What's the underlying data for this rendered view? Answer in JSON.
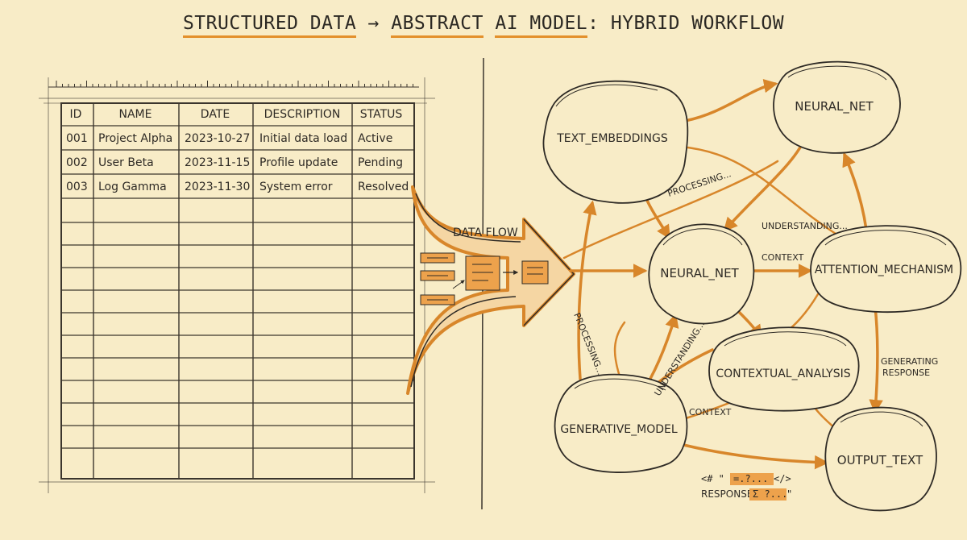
{
  "title": {
    "part1": "STRUCTURED DATA",
    "arrow": " → ",
    "part2": "ABSTRACT",
    "part3": "AI MODEL",
    "part4": ": HYBRID WORKFLOW"
  },
  "table": {
    "headers": [
      "ID",
      "NAME",
      "DATE",
      "DESCRIPTION",
      "STATUS"
    ],
    "rows": [
      [
        "001",
        "Project Alpha",
        "2023-10-27",
        "Initial data load",
        "Active"
      ],
      [
        "002",
        "User Beta",
        "2023-11-15",
        "Profile update",
        "Pending"
      ],
      [
        "003",
        "Log Gamma",
        "2023-11-30",
        "System error",
        "Resolved"
      ]
    ]
  },
  "flow": {
    "label": "DATA FLOW"
  },
  "nodes": {
    "text_embeddings": "TEXT_EMBEDDINGS",
    "neural_net_top": "NEURAL_NET",
    "neural_net_center": "NEURAL_NET",
    "attention_mechanism": "ATTENTION_MECHANISM",
    "contextual_analysis": "CONTEXTUAL_ANALYSIS",
    "generative_model": "GENERATIVE_MODEL",
    "output_text": "OUTPUT_TEXT"
  },
  "edge_labels": {
    "processing_top": "PROCESSING...",
    "understanding_top": "UNDERSTANDING...",
    "context_center": "CONTEXT",
    "processing_left": "PROCESSING...",
    "understanding_diag": "UNDERSTANDING...",
    "generating_response_1": "GENERATING",
    "generating_response_2": "RESPONSE",
    "context_bottom": "CONTEXT"
  },
  "response": {
    "line1_prefix": "<# \"",
    "line1_chip": "=.?...",
    "line1_suffix": " </>",
    "line2_prefix": "RESPONSE",
    "line2_chip": "Σ ?...",
    "line2_suffix": " \""
  },
  "colors": {
    "background": "#f8ecc7",
    "accent": "#e3902c",
    "ink": "#2e2a25"
  }
}
